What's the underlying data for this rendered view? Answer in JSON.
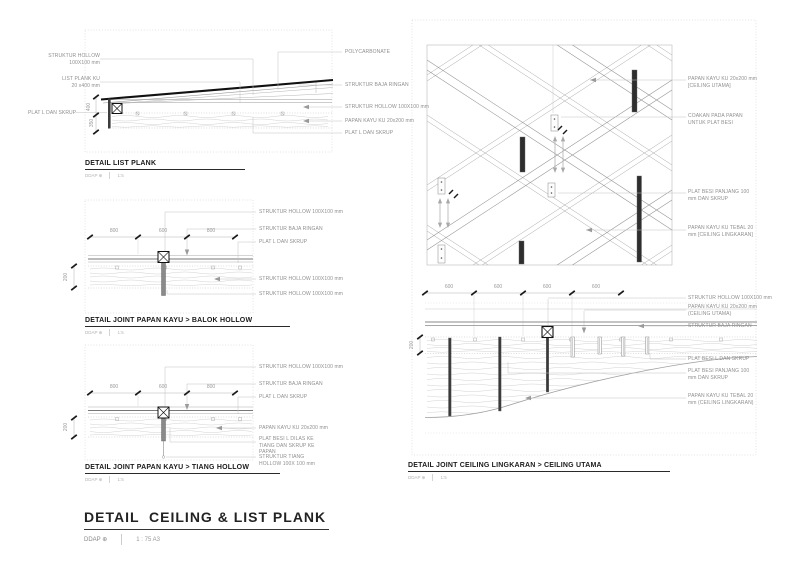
{
  "page": {
    "main_title": "DETAIL  CEILING & LIST PLANK",
    "firm": "DDAP ⊕",
    "scale": "1 : 75 A3"
  },
  "subcap": {
    "firm": "DDAP ⊕",
    "scale": "1:5"
  },
  "dims": {
    "d600": "600",
    "d800": "800",
    "d200": "200",
    "d400": "400",
    "d350": "350"
  },
  "colors": {
    "line_gray": "#9a9a9a",
    "accent_black": "#111111",
    "label_gray": "#8f8f8f"
  },
  "d1": {
    "title": "DETAIL LIST PLANK",
    "left_labels": [
      "STRUKTUR HOLLOW 100X100 mm",
      "LIST PLANK KU 20 x400 mm",
      "PLAT L DAN SKRUP"
    ],
    "right_labels": [
      "POLYCARBONATE",
      "STRUKTUR BAJA RINGAN",
      "STRUKTUR HOLLOW 100X100 mm",
      "PAPAN KAYU KU 20x200 mm",
      "PLAT L DAN SKRUP"
    ]
  },
  "d2": {
    "title": "DETAIL JOINT PAPAN KAYU > BALOK HOLLOW",
    "right_labels": [
      "STRUKTUR HOLLOW 100X100 mm",
      "STRUKTUR BAJA RINGAN",
      "PLAT L DAN SKRUP",
      "STRUKTUR HOLLOW 100X100 mm",
      "STRUKTUR HOLLOW 100X100 mm"
    ]
  },
  "d3": {
    "title": "DETAIL JOINT PAPAN KAYU > TIANG HOLLOW",
    "right_labels": [
      "STRUKTUR HOLLOW 100X100 mm",
      "STRUKTUR BAJA RINGAN",
      "PLAT L DAN SKRUP",
      "PAPAN KAYU KU 20x200 mm",
      "PLAT BESI L DILAS KE TIANG DAN SKRUP KE PAPAN",
      "STRUKTUR TIANG HOLLOW 100X 100 mm"
    ]
  },
  "d4": {
    "title": "DETAIL JOINT CEILING LINGKARAN > CEILING UTAMA",
    "iso_labels": [
      "PAPAN KAYU KU 20x200 mm [CEILING UTAMA]",
      "COAKAN PADA PAPAN UNTUK PLAT BESI",
      "PLAT BESI PANJANG 100 mm DAN SKRUP",
      "PAPAN KAYU KU TEBAL 20 mm [CEILING LINGKARAN]"
    ],
    "sec_labels": [
      "STRUKTUR HOLLOW 100X100 mm",
      "PAPAN KAYU KU 20x200 mm (CEILING UTAMA)",
      "STRUKTUR BAJA RINGAN",
      "PLAT BESI L DAN SKRUP",
      "PLAT BESI PANJANG 100 mm DAN SKRUP",
      "PAPAN KAYU KU TEBAL 20 mm (CEILING LINGKARAN)"
    ]
  }
}
